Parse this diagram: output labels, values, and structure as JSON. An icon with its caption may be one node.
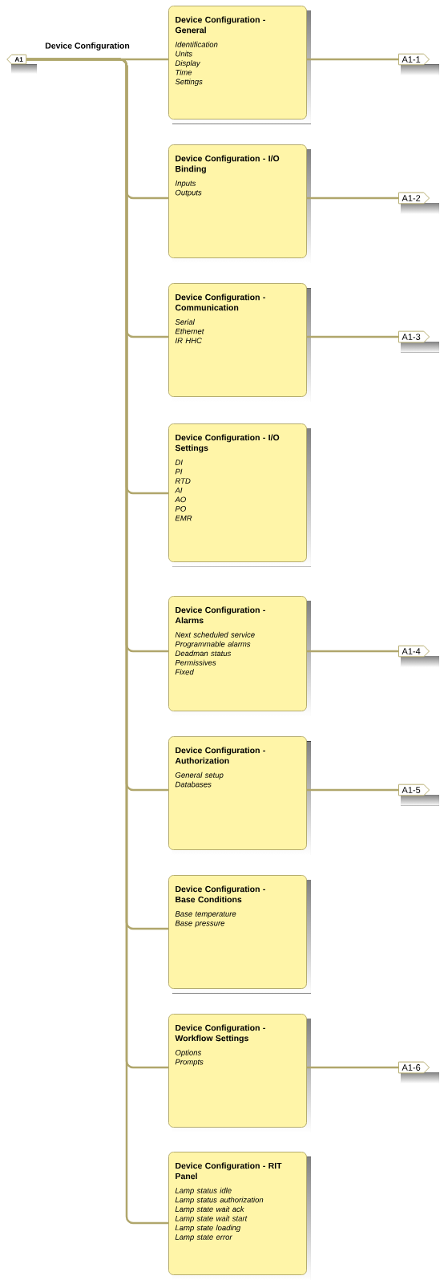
{
  "diagram": {
    "nodes": [
      {
        "text": [
          "A1"
        ],
        "beside": [
          "Device Configuration"
        ]
      },
      {
        "text": [
          "Device Configuration - General",
          "Identification",
          "Units",
          "Display",
          "Time",
          "Settings"
        ]
      },
      {
        "text": [
          "Device Configuration - I/O Binding",
          "Inputs",
          "Outputs"
        ]
      },
      {
        "text": [
          "Device Configuration - Communication",
          "Serial",
          "Ethernet",
          "IR HHC"
        ]
      },
      {
        "text": [
          "Device Configuration - I/O Settings",
          "DI",
          "PI",
          "RTD",
          "AI",
          "AO",
          "PO",
          "EMR"
        ]
      },
      {
        "text": [
          "Device Configuration - Alarms",
          "Next scheduled service",
          "Programmable alarms",
          "Deadman status",
          "Permissives",
          "Fixed"
        ]
      },
      {
        "text": [
          "Device Configuration - Authorization",
          "General setup",
          "Databases"
        ]
      },
      {
        "text": [
          "Device Configuration - Base Conditions",
          "Base temperature",
          "Base pressure"
        ]
      },
      {
        "text": [
          "Device Configuration - Workflow Settings",
          "Options",
          "Prompts"
        ]
      },
      {
        "text": [
          "Device Configuration - RIT Panel",
          "Lamp status idle",
          "Lamp status authorization",
          "Lamp state wait ack",
          "Lamp state wait start",
          "Lamp state loading",
          "Lamp state error"
        ]
      },
      {
        "text": [
          "A1-1"
        ]
      },
      {
        "text": [
          "A1-2"
        ]
      },
      {
        "text": [
          "A1-3"
        ]
      },
      {
        "text": [
          "A1-4"
        ]
      },
      {
        "text": [
          "A1-5"
        ]
      },
      {
        "text": [
          "A1-6"
        ]
      }
    ],
    "edges": [
      {
        "from": 0,
        "to": 1,
        "arrow": "none"
      },
      {
        "from": 0,
        "to": 2,
        "arrow": "none"
      },
      {
        "from": 0,
        "to": 3,
        "arrow": "none"
      },
      {
        "from": 0,
        "to": 4,
        "arrow": "none"
      },
      {
        "from": 0,
        "to": 5,
        "arrow": "none"
      },
      {
        "from": 0,
        "to": 6,
        "arrow": "none"
      },
      {
        "from": 0,
        "to": 7,
        "arrow": "none"
      },
      {
        "from": 0,
        "to": 8,
        "arrow": "none"
      },
      {
        "from": 0,
        "to": 9,
        "arrow": "none"
      },
      {
        "from": 1,
        "to": 10,
        "arrow": "none"
      },
      {
        "from": 2,
        "to": 11,
        "arrow": "none"
      },
      {
        "from": 3,
        "to": 12,
        "arrow": "none"
      },
      {
        "from": 5,
        "to": 13,
        "arrow": "none"
      },
      {
        "from": 6,
        "to": 14,
        "arrow": "none"
      },
      {
        "from": 8,
        "to": 15,
        "arrow": "none"
      }
    ]
  }
}
